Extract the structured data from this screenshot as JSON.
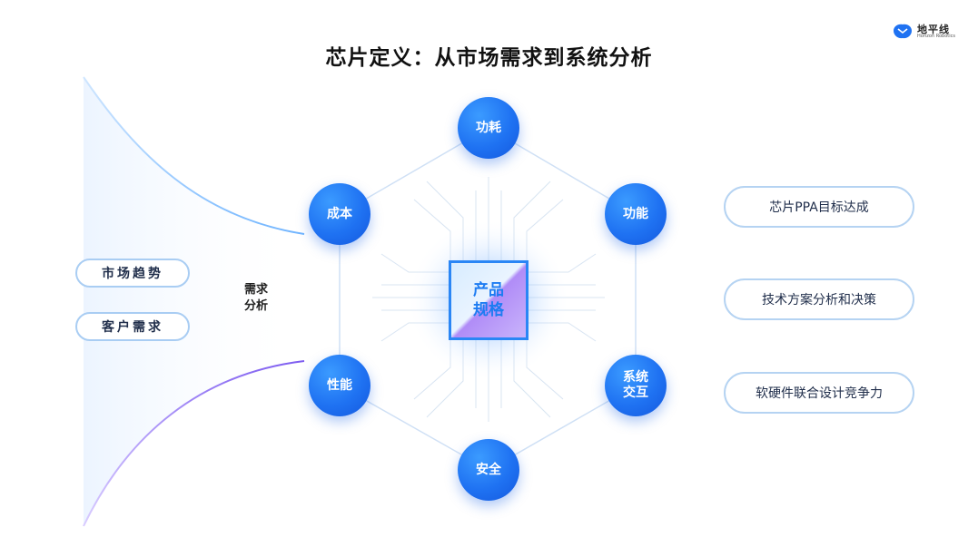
{
  "logo": {
    "cn": "地平线",
    "en": "Horizon Robotics"
  },
  "title": "芯片定义：从市场需求到系统分析",
  "inputs": [
    "市场趋势",
    "客户需求"
  ],
  "need_analysis": [
    "需求",
    "分析"
  ],
  "core": [
    "产品",
    "规格"
  ],
  "nodes": {
    "power": "功耗",
    "function": "功能",
    "interaction": [
      "系统",
      "交互"
    ],
    "security": "安全",
    "performance": "性能",
    "cost": "成本"
  },
  "outcomes": [
    "芯片PPA目标达成",
    "技术方案分析和决策",
    "软硬件联合设计竞争力"
  ],
  "colors": {
    "node": "#1f72f2",
    "accent": "#2a86f5",
    "pill_border": "#a9cdf3",
    "text": "#1f2d4a"
  }
}
